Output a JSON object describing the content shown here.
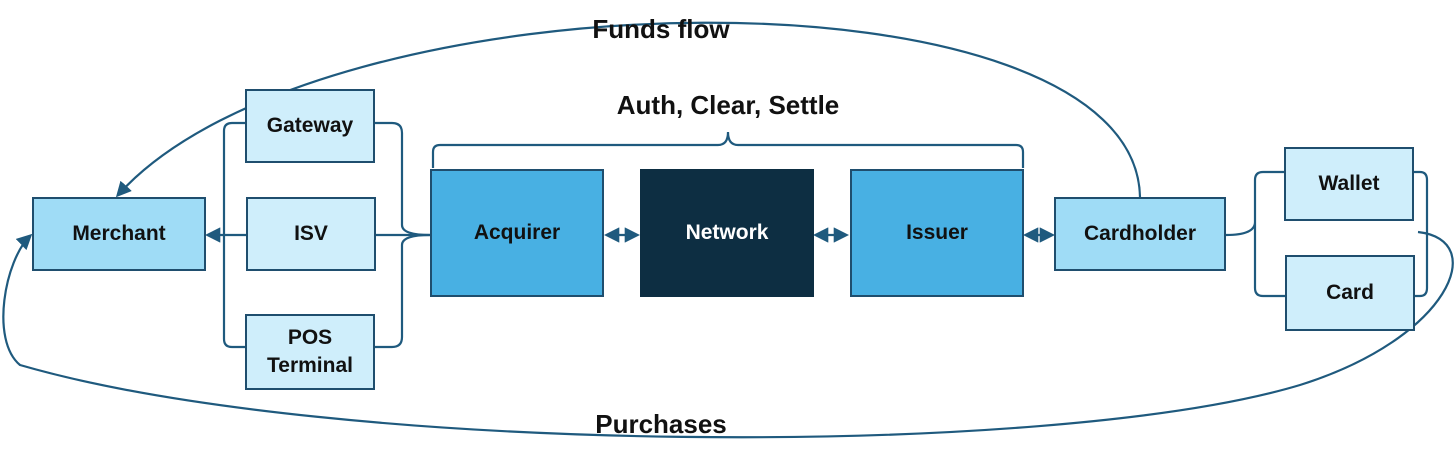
{
  "labels": {
    "funds_flow": "Funds flow",
    "auth_clear_settle": "Auth, Clear, Settle",
    "purchases": "Purchases"
  },
  "nodes": {
    "merchant": "Merchant",
    "gateway": "Gateway",
    "isv": "ISV",
    "pos_terminal": "POS\nTerminal",
    "acquirer": "Acquirer",
    "network": "Network",
    "issuer": "Issuer",
    "cardholder": "Cardholder",
    "wallet": "Wallet",
    "card": "Card"
  },
  "colors": {
    "line": "#1f5a7e",
    "light_box": "#cfeefb",
    "mid_box": "#9fdcf6",
    "blue_box": "#48b0e3",
    "network_box": "#0d2e42"
  }
}
